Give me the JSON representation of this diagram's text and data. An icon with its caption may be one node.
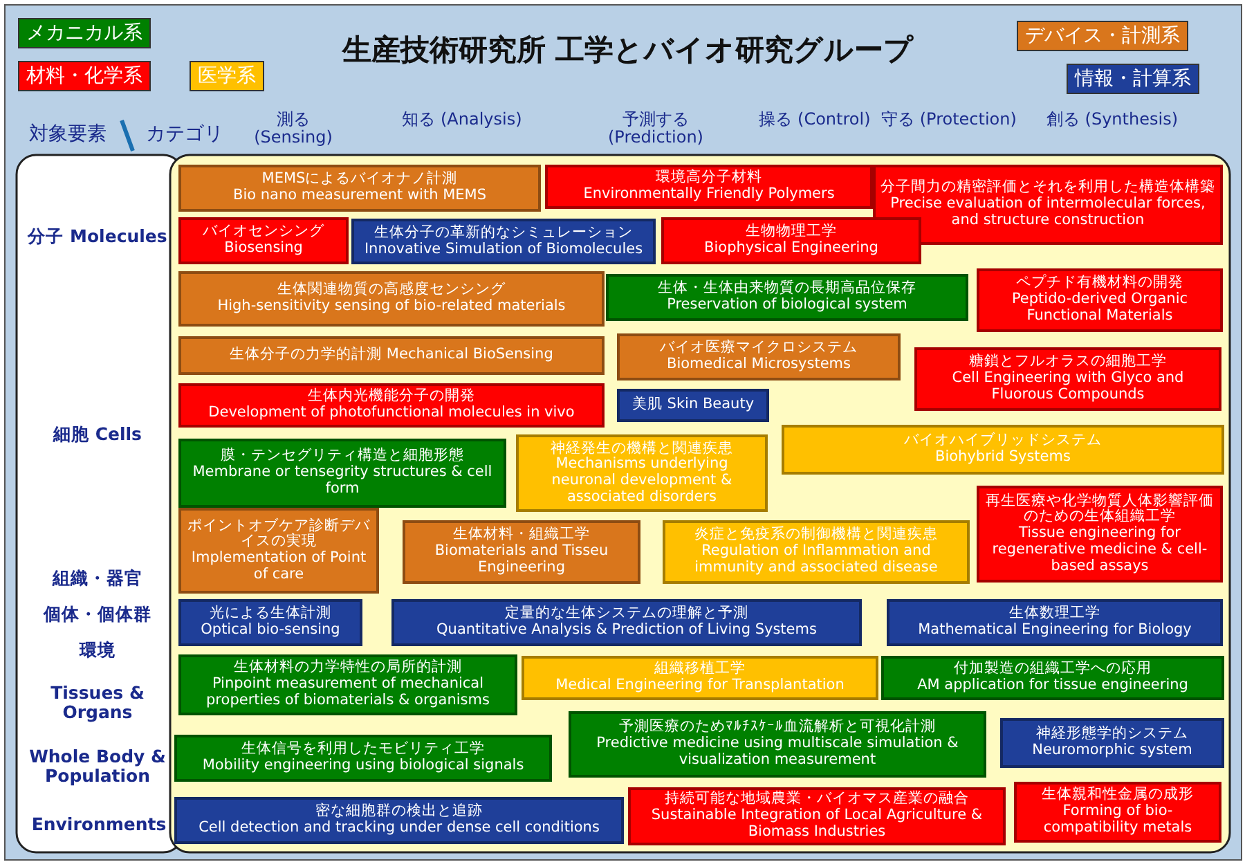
{
  "diagram": {
    "title": "生産技術研究所 工学とバイオ研究グループ",
    "nodes": [
      {
        "text": [
          "MEMSによるバイオナノ計測",
          "Bio nano measurement with MEMS"
        ]
      },
      {
        "text": [
          "環境高分子材料",
          "Environmentally Friendly Polymers"
        ]
      },
      {
        "text": [
          "分子間力の精密評価とそれを利用した構造体構築",
          "Precise evaluation of intermolecular forces, and structure construction"
        ]
      },
      {
        "text": [
          "バイオセンシング",
          "Biosensing"
        ]
      },
      {
        "text": [
          "生体分子の革新的なシミュレーション",
          "Innovative Simulation of Biomolecules"
        ]
      },
      {
        "text": [
          "生物物理工学",
          "Biophysical Engineering"
        ]
      },
      {
        "text": [
          "生体関連物質の高感度センシング",
          "High-sensitivity sensing of bio-related materials"
        ]
      },
      {
        "text": [
          "生体・生体由来物質の長期高品位保存",
          "Preservation of biological system"
        ]
      },
      {
        "text": [
          "ペプチド有機材料の開発",
          "Peptido-derived Organic Functional Materials"
        ]
      },
      {
        "text": [
          "生体分子の力学的計測 Mechanical BioSensing"
        ]
      },
      {
        "text": [
          "バイオ医療マイクロシステム",
          "Biomedical Microsystems"
        ]
      },
      {
        "text": [
          "糖鎖とフルオラスの細胞工学",
          "Cell Engineering with Glyco and Fluorous Compounds"
        ]
      },
      {
        "text": [
          "生体内光機能分子の開発",
          "Development of photofunctional molecules in vivo"
        ]
      },
      {
        "text": [
          "美肌 Skin Beauty"
        ]
      },
      {
        "text": [
          "膜・テンセグリティ構造と細胞形態",
          "Membrane or tensegrity structures & cell form"
        ]
      },
      {
        "text": [
          "神経発生の機構と関連疾患",
          "Mechanisms underlying neuronal development & associated disorders"
        ]
      },
      {
        "text": [
          "バイオハイブリッドシステム",
          "Biohybrid Systems"
        ]
      },
      {
        "text": [
          "再生医療や化学物質人体影響評価のための生体組織工学",
          "Tissue engineering for regenerative medicine & cell-based assays"
        ]
      },
      {
        "text": [
          "ポイントオブケア診断デバイスの実現",
          "Implementation of Point of care"
        ]
      },
      {
        "text": [
          "生体材料・組織工学",
          "Biomaterials and Tisseu Engineering"
        ]
      },
      {
        "text": [
          "炎症と免疫系の制御機構と関連疾患",
          "Regulation of Inflammation and immunity and associated disease"
        ]
      },
      {
        "text": [
          "光による生体計測",
          "Optical bio-sensing"
        ]
      },
      {
        "text": [
          "定量的な生体システムの理解と予測",
          "Quantitative Analysis & Prediction of Living Systems"
        ]
      },
      {
        "text": [
          "生体数理工学",
          "Mathematical Engineering for Biology"
        ]
      },
      {
        "text": [
          "生体材料の力学特性の局所的計測",
          "Pinpoint measurement of mechanical properties of biomaterials & organisms"
        ]
      },
      {
        "text": [
          "組織移植工学",
          "Medical Engineering for Transplantation"
        ]
      },
      {
        "text": [
          "付加製造の組織工学への応用",
          "AM application for tissue engineering"
        ]
      },
      {
        "text": [
          "予測医療のためﾏﾙﾁｽｹｰﾙ血流解析と可視化計測",
          "Predictive medicine using multiscale simulation & visualization measurement"
        ]
      },
      {
        "text": [
          "神経形態学的システム",
          "Neuromorphic system"
        ]
      },
      {
        "text": [
          "生体信号を利用したモビリティ工学",
          "Mobility engineering using biological signals"
        ]
      },
      {
        "text": [
          "密な細胞群の検出と追跡",
          "Cell detection and tracking under dense cell conditions"
        ]
      },
      {
        "text": [
          "持続可能な地域農業・バイオマス産業の融合",
          "Sustainable Integration of Local Agriculture & Biomass Industries"
        ]
      },
      {
        "text": [
          "生体親和性金属の成形",
          "Forming of bio-compatibility metals"
        ]
      }
    ],
    "labels": [
      "対象要素",
      "カテゴリ",
      "測る (Sensing)",
      "知る (Analysis)",
      "予測する (Prediction)",
      "操る (Control)",
      "守る (Protection)",
      "創る (Synthesis)",
      "分子 Molecules",
      "細胞 Cells",
      "組織・器官",
      "個体・個体群",
      "環境",
      "Tissues & Organs",
      "Whole Body & Population",
      "Environments"
    ],
    "legend": [
      {
        "text": "メカニカル系",
        "color": "#008000"
      },
      {
        "text": "材料・化学系",
        "color": "#ff0000"
      },
      {
        "text": "医学系",
        "color": "#ffc000"
      },
      {
        "text": "デバイス・計測系",
        "color": "#d9761c"
      },
      {
        "text": "情報・計算系",
        "color": "#1f3f99"
      }
    ]
  }
}
